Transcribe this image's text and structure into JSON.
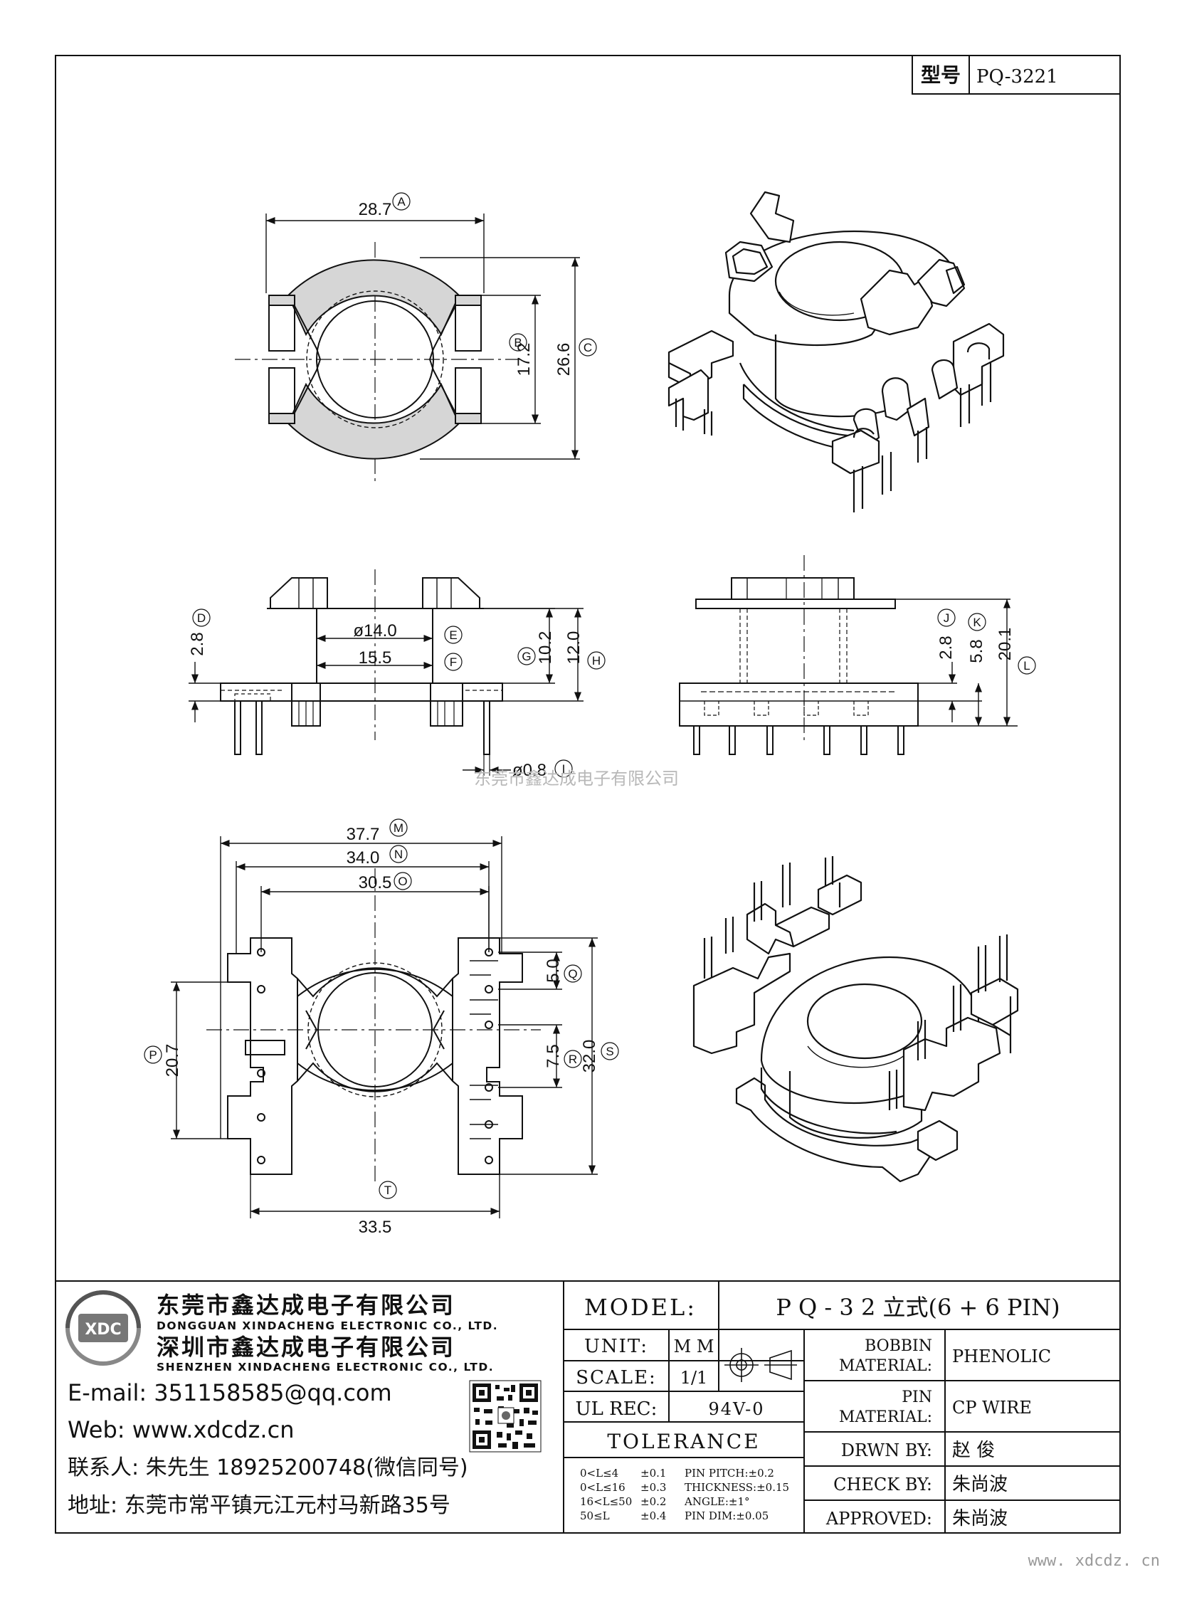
{
  "model_code": {
    "label": "型号",
    "value": "PQ-3221"
  },
  "watermark_center": "东莞市鑫达成电子有限公司",
  "watermark_footer": "www. xdcdz. cn",
  "top_view": {
    "dims": {
      "a": "28.7",
      "b": "17.2",
      "c": "26.6"
    },
    "labels": {
      "a": "A",
      "b": "B",
      "c": "C"
    }
  },
  "front_view": {
    "dims": {
      "d": "2.8",
      "e": "ø14.0",
      "f": "15.5",
      "g": "10.2",
      "h": "12.0",
      "i": "ø0.8"
    },
    "labels": {
      "d": "D",
      "e": "E",
      "f": "F",
      "g": "G",
      "h": "H",
      "i": "I"
    }
  },
  "side_view": {
    "dims": {
      "j": "2.8",
      "k": "5.8",
      "l": "20.1"
    },
    "labels": {
      "j": "J",
      "k": "K",
      "l": "L"
    }
  },
  "bottom_view": {
    "dims": {
      "m": "37.7",
      "n": "34.0",
      "o": "30.5",
      "p": "20.7",
      "q": "5.0",
      "r": "7.5",
      "s": "32.0",
      "t": "33.5"
    },
    "labels": {
      "m": "M",
      "n": "N",
      "o": "O",
      "p": "P",
      "q": "Q",
      "r": "R",
      "s": "S",
      "t": "T"
    }
  },
  "company": {
    "logo_text": "XDC",
    "name_1": "东莞市鑫达成电子有限公司",
    "name_1_en": "DONGGUAN XINDACHENG ELECTRONIC CO., LTD.",
    "name_2": "深圳市鑫达成电子有限公司",
    "name_2_en": "SHENZHEN XINDACHENG ELECTRONIC CO., LTD.",
    "email": "E-mail: 351158585@qq.com",
    "web": "Web: www.xdcdz.cn",
    "contact": "联系人: 朱先生 18925200748(微信同号)",
    "address": "地址: 东莞市常平镇元江元村马新路35号"
  },
  "title_block": {
    "model_label": "MODEL:",
    "model_value": "P Q - 3 2 立式(6 + 6 PIN)",
    "unit_label": "UNIT:",
    "unit_value": "M M",
    "scale_label": "SCALE:",
    "scale_value": "1/1",
    "ul_label": "UL REC:",
    "ul_value": "94V-0",
    "tolerance_label": "TOLERANCE",
    "tol_rows": [
      {
        "range": "0<L≤4",
        "tol": "±0.1",
        "spec": "PIN PITCH:±0.2"
      },
      {
        "range": "0<L≤16",
        "tol": "±0.3",
        "spec": "THICKNESS:±0.15"
      },
      {
        "range": "16<L≤50",
        "tol": "±0.2",
        "spec": "ANGLE:±1°"
      },
      {
        "range": "50≤L",
        "tol": "±0.4",
        "spec": "PIN DIM:±0.05"
      }
    ],
    "bobbin_label_1": "BOBBIN",
    "bobbin_label_2": "MATERIAL:",
    "bobbin_value": "PHENOLIC",
    "pin_label_1": "PIN",
    "pin_label_2": "MATERIAL:",
    "pin_value": "CP WIRE",
    "drawn_label": "DRWN BY:",
    "drawn_value": "赵 俊",
    "check_label": "CHECK BY:",
    "check_value": "朱尚波",
    "approved_label": "APPROVED:",
    "approved_value": "朱尚波"
  }
}
